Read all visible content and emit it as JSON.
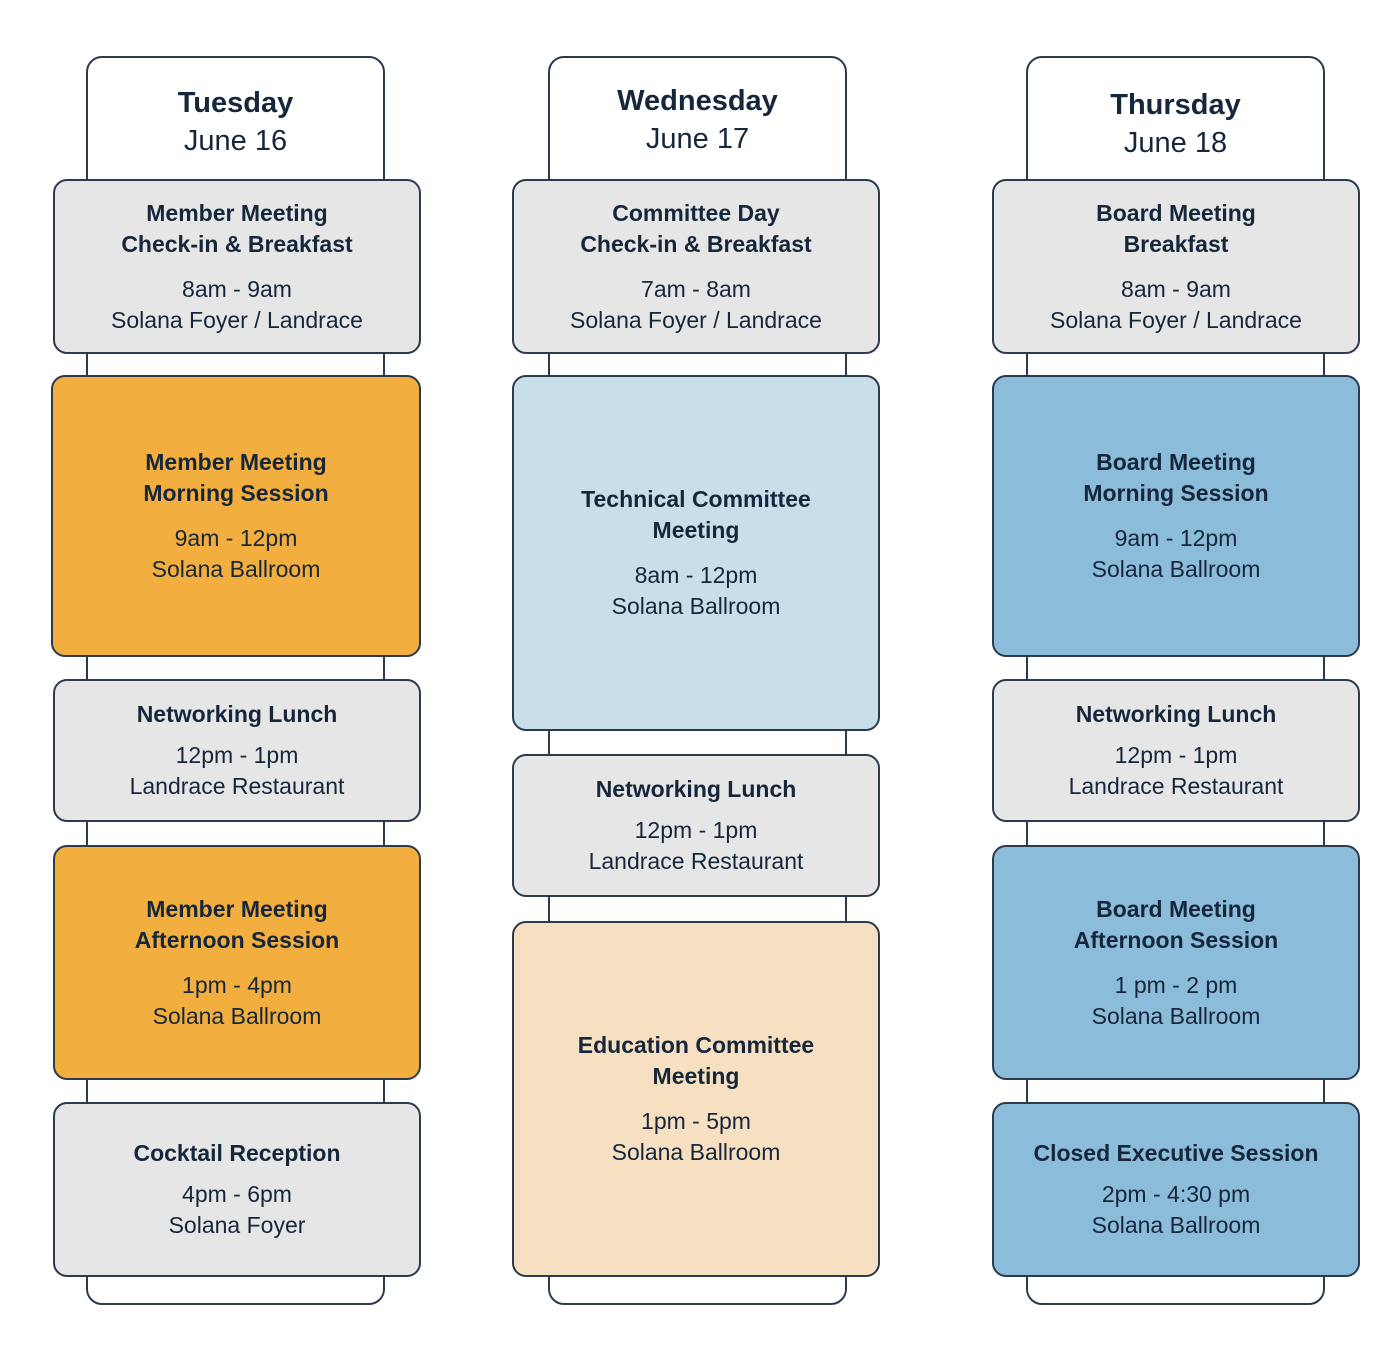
{
  "colors": {
    "general": "#e6e6e6",
    "member_meeting": "#f2ae3e",
    "technical_committee": "#c8dfea",
    "education_committee": "#f6e0c1",
    "board_meeting": "#8bbcd9",
    "outline": "#2c3a4e"
  },
  "days": [
    {
      "name": "Tuesday",
      "date": "June 16",
      "events": [
        {
          "title": "Member Meeting\nCheck-in & Breakfast",
          "time": "8am - 9am",
          "location": "Solana Foyer / Landrace",
          "category": "general"
        },
        {
          "title": "Member Meeting\nMorning Session",
          "time": "9am - 12pm",
          "location": "Solana Ballroom",
          "category": "member_meeting"
        },
        {
          "title": "Networking Lunch",
          "time": "12pm - 1pm",
          "location": "Landrace Restaurant",
          "category": "general"
        },
        {
          "title": "Member Meeting\nAfternoon Session",
          "time": "1pm - 4pm",
          "location": "Solana Ballroom",
          "category": "member_meeting"
        },
        {
          "title": "Cocktail Reception",
          "time": "4pm - 6pm",
          "location": "Solana Foyer",
          "category": "general"
        }
      ]
    },
    {
      "name": "Wednesday",
      "date": "June 17",
      "events": [
        {
          "title": "Committee Day\nCheck-in & Breakfast",
          "time": "7am - 8am",
          "location": "Solana Foyer / Landrace",
          "category": "general"
        },
        {
          "title": "Technical Committee\nMeeting",
          "time": "8am - 12pm",
          "location": "Solana Ballroom",
          "category": "technical_committee"
        },
        {
          "title": "Networking Lunch",
          "time": "12pm - 1pm",
          "location": "Landrace Restaurant",
          "category": "general"
        },
        {
          "title": "Education Committee\nMeeting",
          "time": "1pm - 5pm",
          "location": "Solana Ballroom",
          "category": "education_committee"
        }
      ]
    },
    {
      "name": "Thursday",
      "date": "June 18",
      "events": [
        {
          "title": "Board Meeting\nBreakfast",
          "time": "8am - 9am",
          "location": "Solana Foyer / Landrace",
          "category": "general"
        },
        {
          "title": "Board Meeting\nMorning Session",
          "time": "9am - 12pm",
          "location": "Solana Ballroom",
          "category": "board_meeting"
        },
        {
          "title": "Networking Lunch",
          "time": "12pm - 1pm",
          "location": "Landrace Restaurant",
          "category": "general"
        },
        {
          "title": "Board Meeting\nAfternoon Session",
          "time": "1 pm - 2 pm",
          "location": "Solana Ballroom",
          "category": "board_meeting"
        },
        {
          "title": "Closed Executive Session",
          "time": "2pm - 4:30 pm",
          "location": "Solana Ballroom",
          "category": "board_meeting"
        }
      ]
    }
  ]
}
